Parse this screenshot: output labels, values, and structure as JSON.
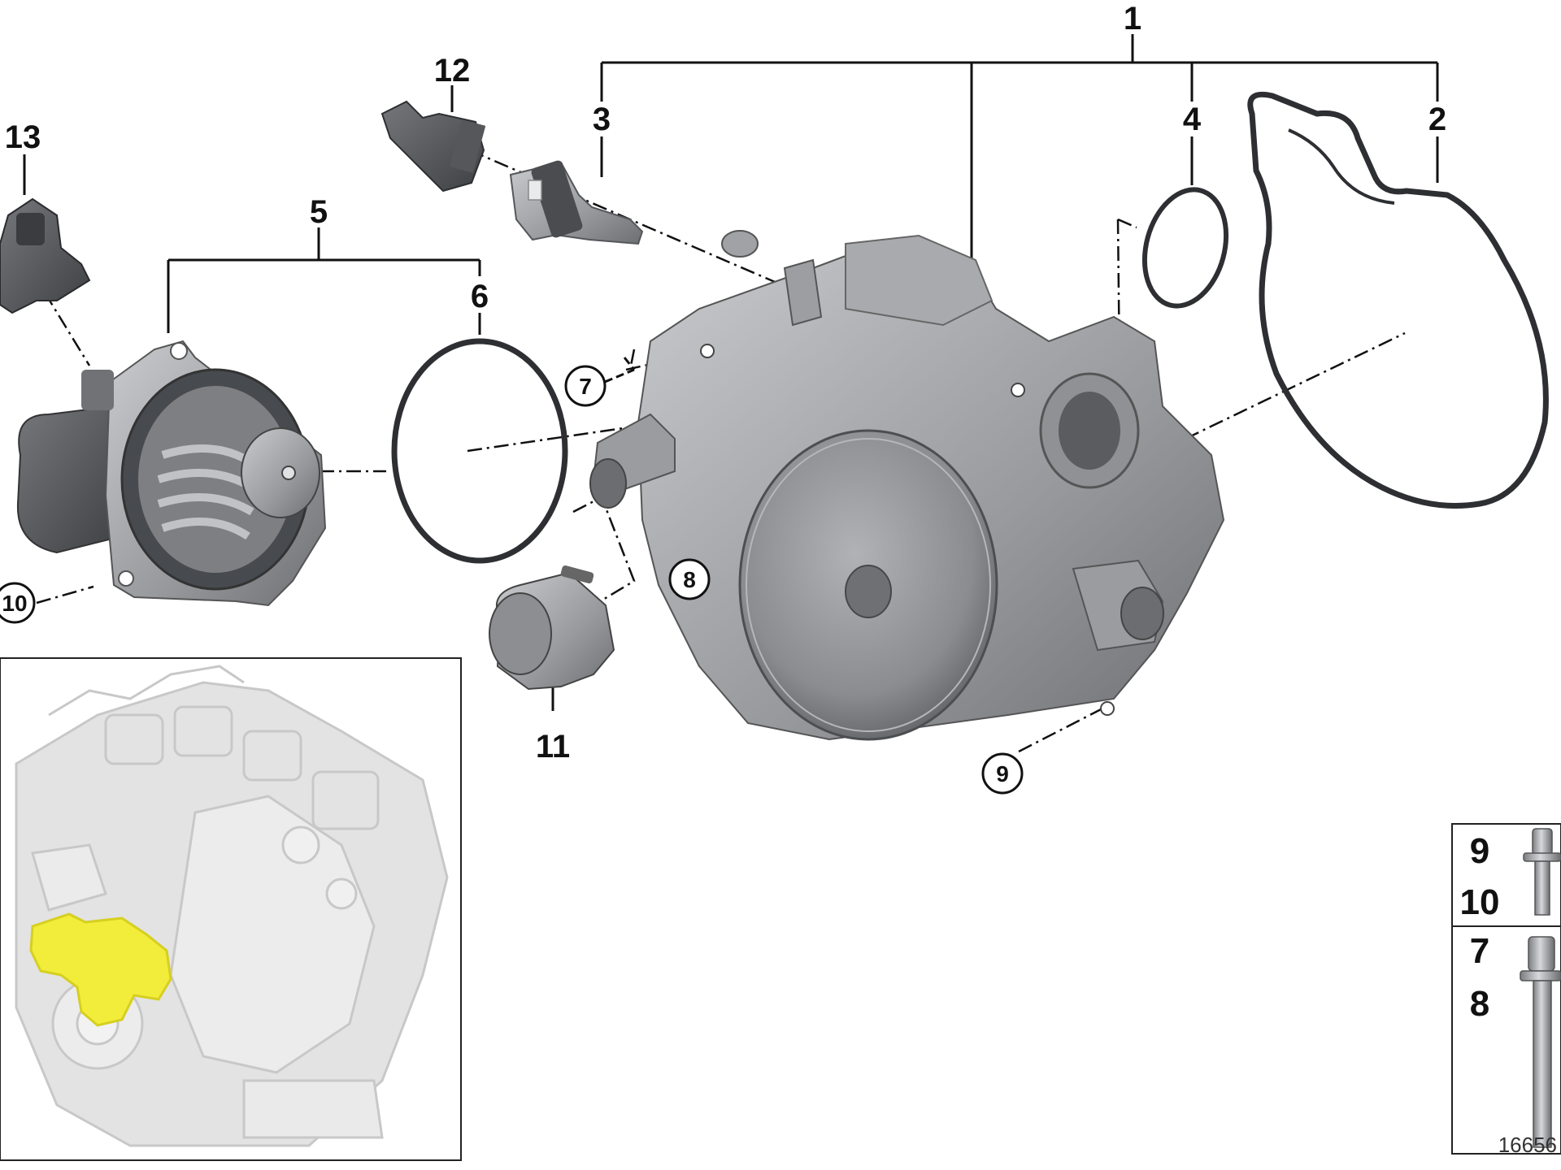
{
  "callouts": {
    "c1": "1",
    "c2": "2",
    "c3": "3",
    "c4": "4",
    "c5": "5",
    "c6": "6",
    "c11": "11",
    "c12": "12",
    "c13": "13",
    "r7": "7",
    "r8": "8",
    "r9": "9",
    "r10": "10"
  },
  "bolt_table": {
    "row1_top": "9",
    "row1_bottom": "10",
    "row2_top": "7",
    "row2_bottom": "8"
  },
  "reference_number": "16656",
  "colors": {
    "part_gray": "#8d8f93",
    "part_dark": "#4b4d51",
    "highlight_yellow": "#f2ec3a",
    "engine_ghost": "#dcdcdc"
  }
}
